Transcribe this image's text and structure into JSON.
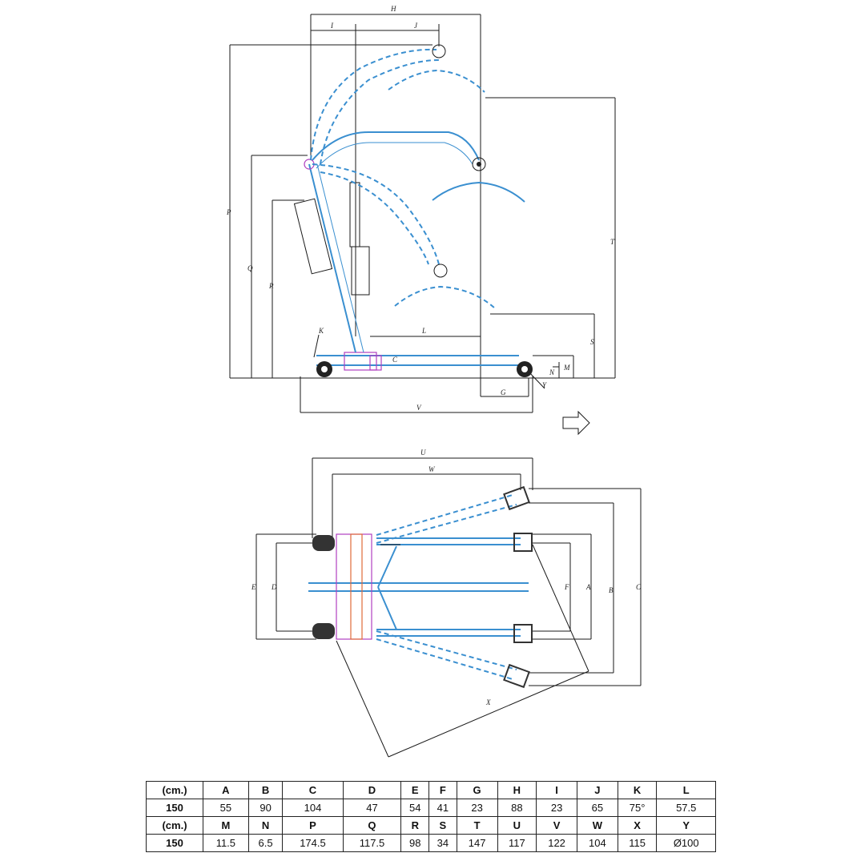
{
  "side_view_labels": {
    "H": "H",
    "I": "I",
    "J": "J",
    "P": "P",
    "Q": "Q",
    "R": "R",
    "T": "T",
    "S": "S",
    "K": "K",
    "L": "L",
    "C": "C",
    "G": "G",
    "V": "V",
    "N": "N",
    "M": "M",
    "Y": "Y"
  },
  "top_view_labels": {
    "U": "U",
    "W": "W",
    "E": "E",
    "D": "D",
    "F": "F",
    "A": "A",
    "B": "B",
    "C": "C",
    "X": "X"
  },
  "table": {
    "rows": [
      {
        "cells": [
          "(cm.)",
          "A",
          "B",
          "C",
          "D",
          "E",
          "F",
          "G",
          "H",
          "I",
          "J",
          "K",
          "L"
        ]
      },
      {
        "cells": [
          "150",
          "55",
          "90",
          "104",
          "47",
          "54",
          "41",
          "23",
          "88",
          "23",
          "65",
          "75°",
          "57.5"
        ]
      },
      {
        "cells": [
          "(cm.)",
          "M",
          "N",
          "P",
          "Q",
          "R",
          "S",
          "T",
          "U",
          "V",
          "W",
          "X",
          "Y"
        ]
      },
      {
        "cells": [
          "150",
          "11.5",
          "6.5",
          "174.5",
          "117.5",
          "98",
          "34",
          "147",
          "117",
          "122",
          "104",
          "115",
          "Ø100"
        ]
      }
    ]
  }
}
